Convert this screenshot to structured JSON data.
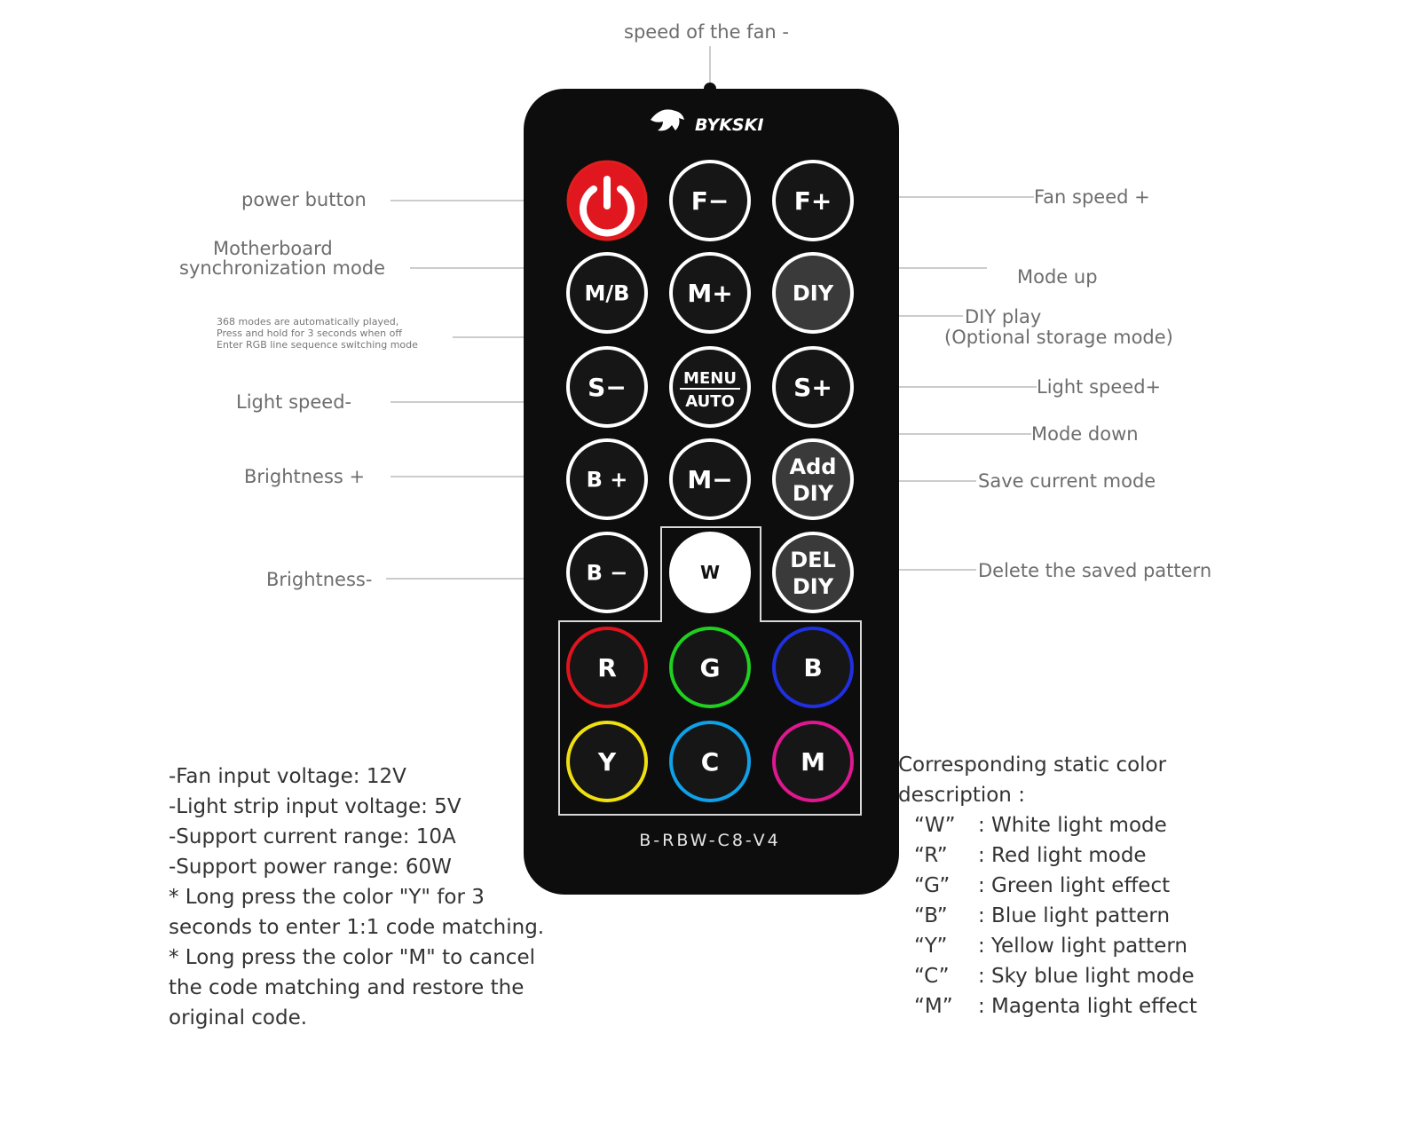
{
  "remote": {
    "brand": "BYKSKI",
    "model": "B-RBW-C8-V4",
    "buttons": [
      {
        "id": "power",
        "label": "",
        "ring": "#e01e1e",
        "fill": "#e0171e",
        "icon": "power-icon"
      },
      {
        "id": "f-minus",
        "label": "F−",
        "ring": "#ffffff",
        "fill": "#161616"
      },
      {
        "id": "f-plus",
        "label": "F+",
        "ring": "#ffffff",
        "fill": "#161616"
      },
      {
        "id": "m-b",
        "label": "M/B",
        "ring": "#ffffff",
        "fill": "#161616"
      },
      {
        "id": "m-plus",
        "label": "M+",
        "ring": "#ffffff",
        "fill": "#161616"
      },
      {
        "id": "diy",
        "label": "DIY",
        "ring": "#ffffff",
        "fill": "#3a3a3a"
      },
      {
        "id": "s-minus",
        "label": "S−",
        "ring": "#ffffff",
        "fill": "#161616"
      },
      {
        "id": "menu-auto",
        "label": "MENU",
        "label2": "AUTO",
        "ring": "#ffffff",
        "fill": "#161616"
      },
      {
        "id": "s-plus",
        "label": "S+",
        "ring": "#ffffff",
        "fill": "#161616"
      },
      {
        "id": "b-plus",
        "label": "B +",
        "ring": "#ffffff",
        "fill": "#161616"
      },
      {
        "id": "m-minus",
        "label": "M−",
        "ring": "#ffffff",
        "fill": "#161616"
      },
      {
        "id": "add-diy",
        "label": "Add",
        "label2": "DIY",
        "ring": "#ffffff",
        "fill": "#3a3a3a"
      },
      {
        "id": "b-minus",
        "label": "B −",
        "ring": "#ffffff",
        "fill": "#161616"
      },
      {
        "id": "w",
        "label": "W",
        "ring": "#ffffff",
        "fill": "#ffffff"
      },
      {
        "id": "del-diy",
        "label": "DEL",
        "label2": "DIY",
        "ring": "#ffffff",
        "fill": "#3a3a3a"
      },
      {
        "id": "r",
        "label": "R",
        "ring": "#e0141e",
        "fill": "#161616"
      },
      {
        "id": "g",
        "label": "G",
        "ring": "#20d020",
        "fill": "#161616"
      },
      {
        "id": "b",
        "label": "B",
        "ring": "#2030e0",
        "fill": "#161616"
      },
      {
        "id": "y",
        "label": "Y",
        "ring": "#f0e010",
        "fill": "#161616"
      },
      {
        "id": "c",
        "label": "C",
        "ring": "#10a0e8",
        "fill": "#161616"
      },
      {
        "id": "m",
        "label": "M",
        "ring": "#e01890",
        "fill": "#161616"
      }
    ]
  },
  "callouts": {
    "speed_of_fan": "speed of the fan -",
    "power_button": "power button",
    "motherboard_line1": "Motherboard",
    "motherboard_line2": "synchronization mode",
    "menu_note_line1": "368 modes are automatically played,",
    "menu_note_line2": "Press and hold for 3 seconds when off",
    "menu_note_line3": "Enter RGB line sequence switching mode",
    "light_speed_minus": "Light speed-",
    "brightness_plus": "Brightness +",
    "brightness_minus": "Brightness-",
    "fan_speed_plus": "Fan speed +",
    "mode_up": "Mode up",
    "diy_play_line1": "DIY play",
    "diy_play_line2": "(Optional storage mode)",
    "light_speed_plus": "Light speed+",
    "mode_down": "Mode down",
    "save_current_mode": "Save current mode",
    "delete_saved_pattern": "Delete the saved pattern"
  },
  "specs": [
    "-Fan input voltage: 12V",
    "-Light strip input voltage: 5V",
    "-Support current range: 10A",
    "-Support power range: 60W",
    "* Long press the color \"Y\" for 3",
    "seconds to enter 1:1 code matching.",
    "* Long press the color \"M\" to cancel",
    "the code matching and restore the",
    "original code."
  ],
  "color_description": {
    "title_line1": "Corresponding static color",
    "title_line2": "description :",
    "items": [
      {
        "key": "“W”",
        "text": ": White light mode"
      },
      {
        "key": "“R”",
        "text": ": Red light mode"
      },
      {
        "key": "“G”",
        "text": ": Green light effect"
      },
      {
        "key": "“B”",
        "text": ": Blue light pattern"
      },
      {
        "key": "“Y”",
        "text": ": Yellow light pattern"
      },
      {
        "key": "“C”",
        "text": ": Sky blue light mode"
      },
      {
        "key": "“M”",
        "text": ": Magenta light effect"
      }
    ]
  }
}
